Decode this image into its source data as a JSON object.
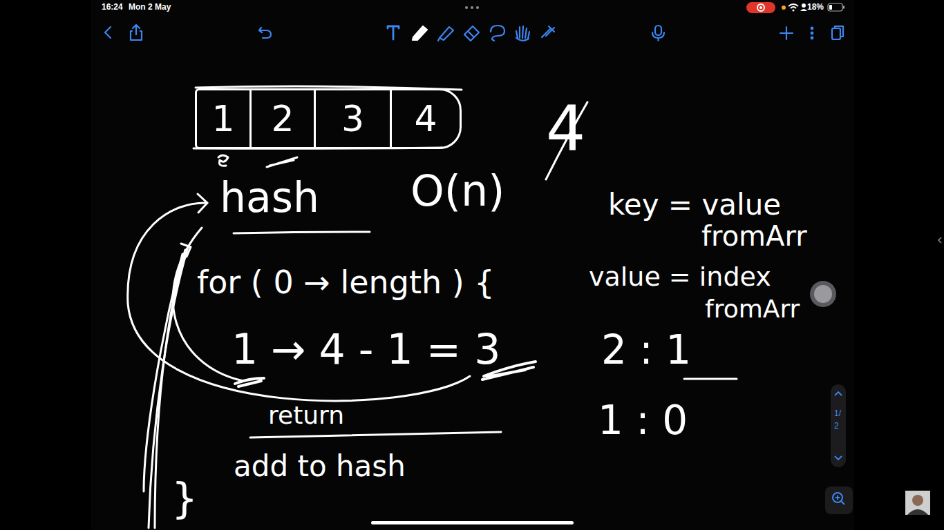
{
  "diagram": {
    "nodes": [
      {
        "text": [
          "1"
        ]
      },
      {
        "text": [
          "2"
        ]
      },
      {
        "text": [
          "3"
        ]
      },
      {
        "text": [
          "4"
        ]
      }
    ],
    "labels": [
      "16:24",
      "Mon 2 May",
      "18%",
      "4",
      "hash",
      "O(n)",
      "key = value",
      "fromArr",
      "for ( 0 → length ) {",
      "value = index",
      "fromArr",
      "1 → 4 - 1 = 3",
      "2 : 1",
      "return",
      "1 : 0",
      "add to hash",
      "}",
      "1/2"
    ]
  }
}
